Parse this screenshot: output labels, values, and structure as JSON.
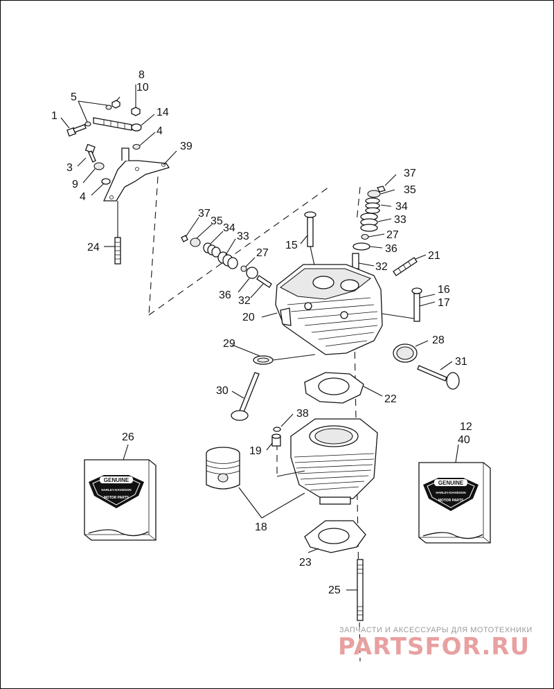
{
  "labels": {
    "l1": "1",
    "l3": "3",
    "l4a": "4",
    "l4b": "4",
    "l5": "5",
    "l8": "8",
    "l9": "9",
    "l10": "10",
    "l14": "14",
    "l39": "39",
    "l24": "24",
    "l37a": "37",
    "l35a": "35",
    "l34a": "34",
    "l33a": "33",
    "l27a": "27",
    "l36a": "36",
    "l32a": "32",
    "l37b": "37",
    "l35b": "35",
    "l34b": "34",
    "l33b": "33",
    "l27b": "27",
    "l36b": "36",
    "l32b": "32",
    "l15": "15",
    "l21": "21",
    "l16": "16",
    "l17": "17",
    "l20": "20",
    "l28": "28",
    "l29": "29",
    "l31": "31",
    "l30": "30",
    "l22": "22",
    "l38": "38",
    "l19": "19",
    "l18": "18",
    "l26": "26",
    "l12": "12",
    "l40": "40",
    "l23": "23",
    "l25": "25"
  },
  "kit_badge": {
    "top": "GENUINE",
    "middle": "HARLEY-DAVIDSON",
    "bottom": "MOTOR PARTS"
  },
  "watermark": {
    "line1": "ЗАПЧАСТИ И АКСЕССУАРЫ ДЛЯ МОТОТЕХНИКИ",
    "line2": "PARTSFOR.RU"
  }
}
